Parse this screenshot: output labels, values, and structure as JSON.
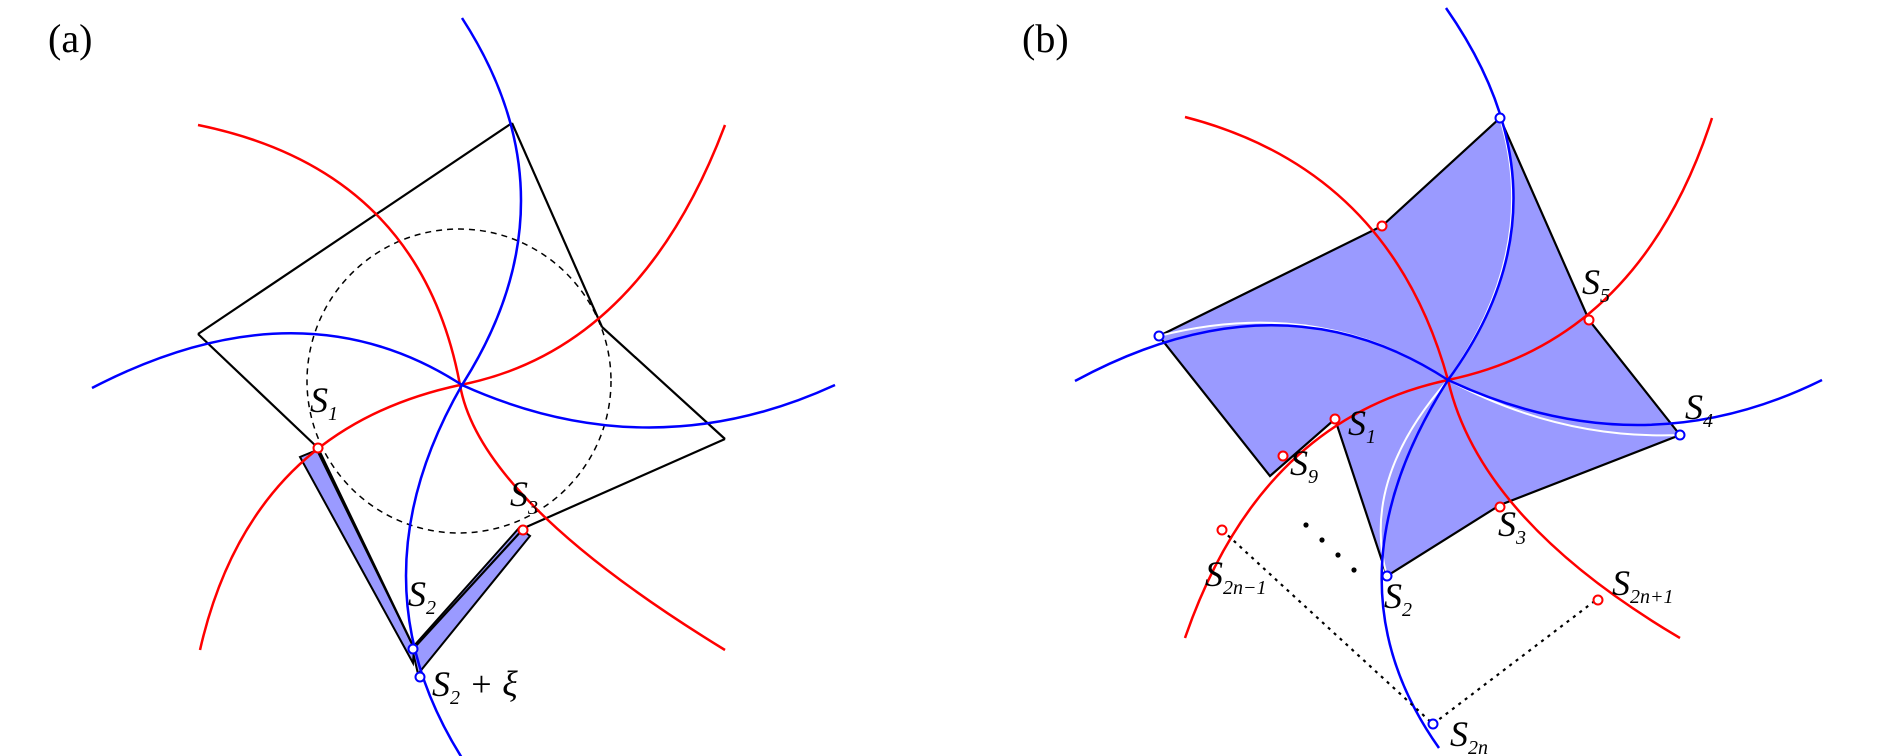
{
  "panels": {
    "a": {
      "label": "(a)",
      "points": {
        "s1": {
          "main": "S",
          "sub": "1"
        },
        "s2": {
          "main": "S",
          "sub": "2"
        },
        "s3": {
          "main": "S",
          "sub": "3"
        },
        "s2xi": {
          "main": "S",
          "sub": "2",
          "tail": " + ξ"
        }
      }
    },
    "b": {
      "label": "(b)",
      "points": {
        "s1": {
          "main": "S",
          "sub": "1"
        },
        "s2": {
          "main": "S",
          "sub": "2"
        },
        "s3": {
          "main": "S",
          "sub": "3"
        },
        "s4": {
          "main": "S",
          "sub": "4"
        },
        "s5": {
          "main": "S",
          "sub": "5"
        },
        "s9": {
          "main": "S",
          "sub": "9"
        },
        "s2n_minus_1": {
          "main": "S",
          "sub": "2n−1"
        },
        "s2n": {
          "main": "S",
          "sub": "2n"
        },
        "s2n_plus_1": {
          "main": "S",
          "sub": "2n+1"
        }
      }
    }
  },
  "colors": {
    "red_arc": "#ff0000",
    "blue_arc": "#0000ff",
    "fill": "#9a9aff",
    "line": "#000000"
  }
}
